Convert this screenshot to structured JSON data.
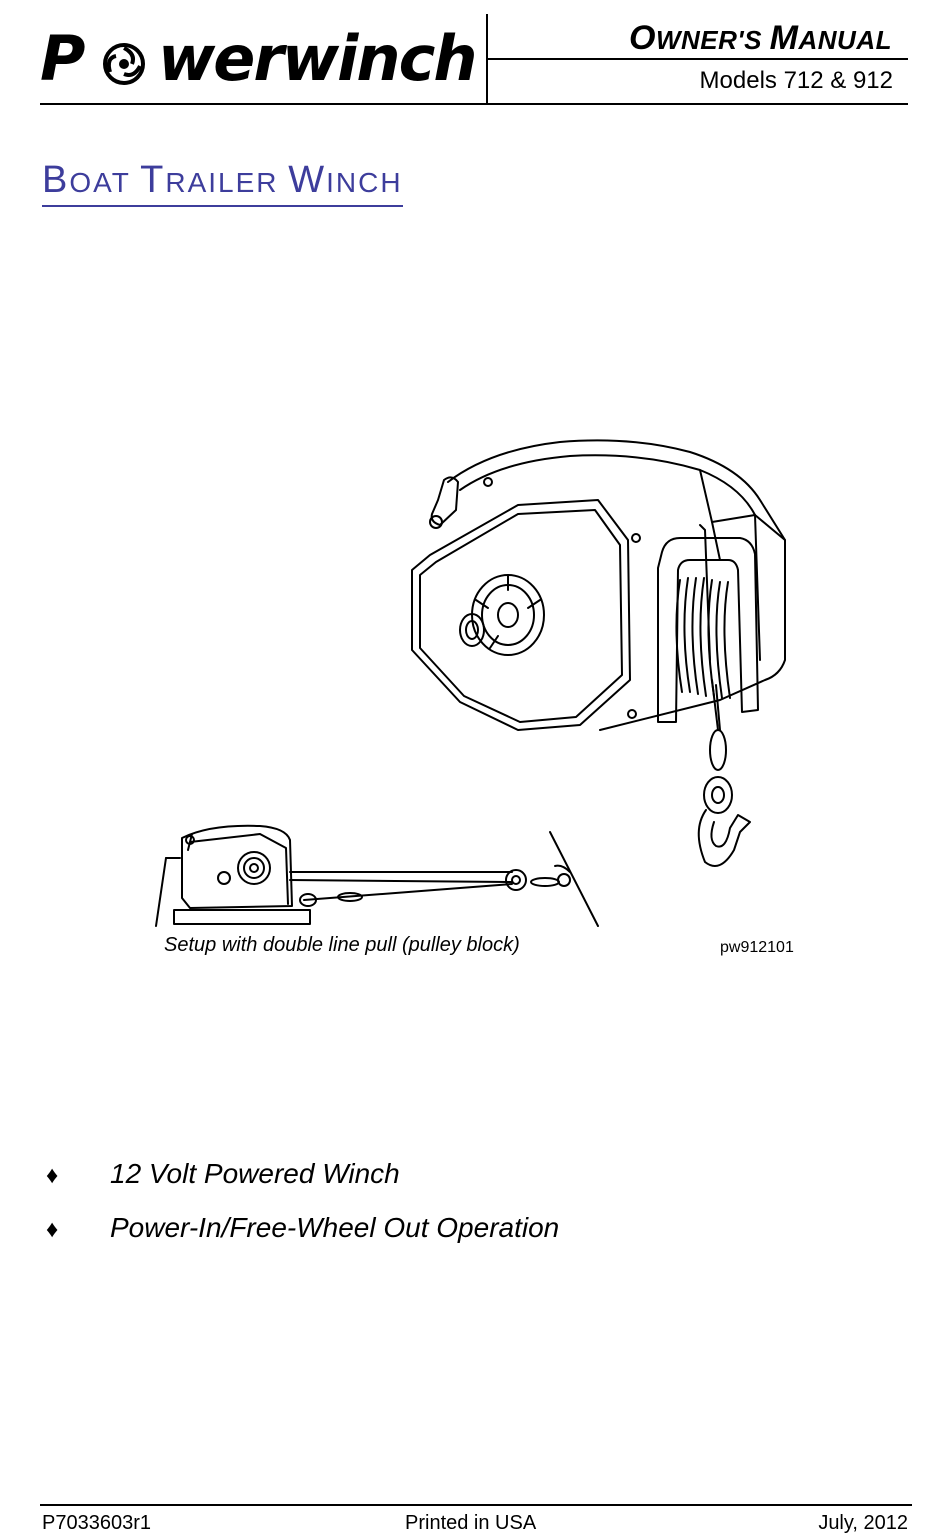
{
  "header": {
    "brand_first": "P",
    "brand_rest": "werwinch",
    "title_big_1": "O",
    "title_small_1": "WNER'S ",
    "title_big_2": "M",
    "title_small_2": "ANUAL",
    "models": "Models 712 & 912"
  },
  "product": {
    "title_big_1": "B",
    "title_small_1": "OAT ",
    "title_big_2": "T",
    "title_small_2": "RAILER ",
    "title_big_3": "W",
    "title_small_3": "INCH"
  },
  "figure": {
    "caption": "Setup with double line pull (pulley block)",
    "id": "pw912101"
  },
  "features": [
    {
      "bullet": "♦",
      "text": "12 Volt Powered Winch"
    },
    {
      "bullet": "♦",
      "text": "Power-In/Free-Wheel Out Operation"
    }
  ],
  "footer": {
    "part_number": "P7033603r1",
    "printed": "Printed in USA",
    "date": "July, 2012"
  },
  "colors": {
    "title_blue": "#3d3d9c",
    "text": "#000000"
  }
}
